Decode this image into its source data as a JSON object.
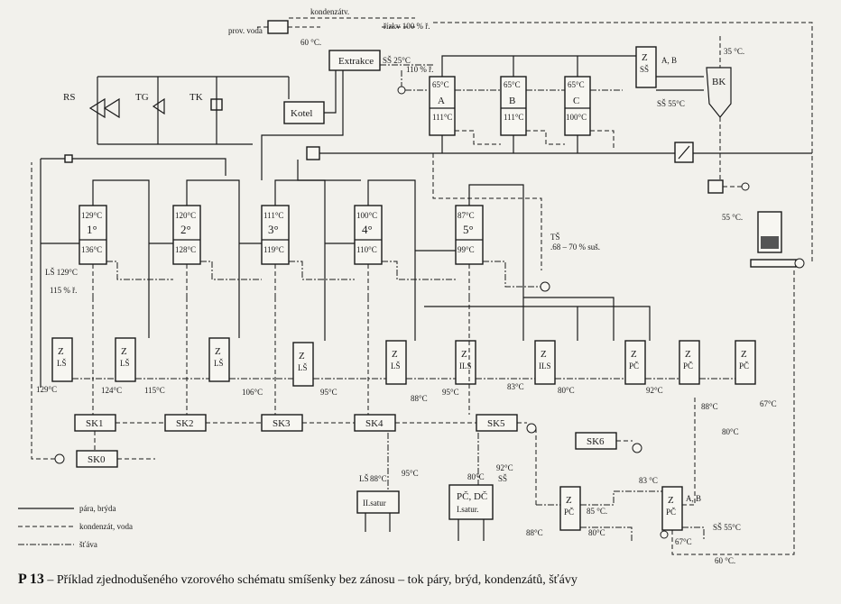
{
  "caption": {
    "id": "P 13",
    "text": " – Příklad zjednodušeného vzorového schématu smíšenky bez zánosu – tok páry, brýd, kondenzátů, šťávy"
  },
  "legend": [
    "pára, brýda",
    "kondenzát, voda",
    "šťáva"
  ],
  "units": {
    "extrakce": "Extrakce",
    "kotel": "Kotel",
    "bk": "BK",
    "rs": "RS",
    "tg": "TG",
    "tk": "TK",
    "ev1": {
      "top": "129°C",
      "mid": "1°",
      "bot": "136°C"
    },
    "ev2": {
      "top": "120°C",
      "mid": "2°",
      "bot": "128°C"
    },
    "ev3": {
      "top": "111°C",
      "mid": "3°",
      "bot": "119°C"
    },
    "ev4": {
      "top": "100°C",
      "mid": "4°",
      "bot": "110°C"
    },
    "ev5": {
      "top": "87°C",
      "mid": "5°",
      "bot": "99°C"
    },
    "pa": {
      "top": "65°C",
      "mid": "A",
      "bot": "111°C"
    },
    "pb": {
      "top": "65°C",
      "mid": "B",
      "bot": "111°C"
    },
    "pc": {
      "top": "65°C",
      "mid": "C",
      "bot": "100°C"
    },
    "sk": [
      "SK1",
      "SK2",
      "SK3",
      "SK4",
      "SK5",
      "SK6",
      "SK0"
    ],
    "saturII": "II.satur",
    "saturI_1": "PČ, DČ",
    "saturI_2": "I.satur."
  },
  "heaters": [
    {
      "z": "Z",
      "sub": "LŠ"
    },
    {
      "z": "Z",
      "sub": "LŠ"
    },
    {
      "z": "Z",
      "sub": "LŠ"
    },
    {
      "z": "Z",
      "sub": "LŠ"
    },
    {
      "z": "Z",
      "sub": "LŠ"
    },
    {
      "z": "Z",
      "sub": "ILS"
    },
    {
      "z": "Z",
      "sub": "ILS"
    },
    {
      "z": "Z",
      "sub": "PČ"
    },
    {
      "z": "Z",
      "sub": "PČ"
    },
    {
      "z": "Z",
      "sub": "PČ"
    },
    {
      "z": "Z",
      "sub": "SŠ"
    },
    {
      "z": "Z",
      "sub": "PČ"
    },
    {
      "z": "Z",
      "sub": "PČ"
    }
  ],
  "labels": {
    "prov_voda": "prov. voda",
    "kondenzatv": "kondenzátv.",
    "rizkv": "řízkv 100 % ř.",
    "t60": "60 °C.",
    "ss25": "SŠ 25°C",
    "pct110": "110 % ř.",
    "ab": "A, B",
    "t35": "35 °C.",
    "ss55": "SŠ 55°C",
    "t55": "55 °C.",
    "ts": "TŠ",
    "ts2": ".68 – 70 % suš.",
    "ls129": "LŠ 129°C",
    "pct115": "115 % ř.",
    "h129": "129°C",
    "h124": "124°C",
    "h115": "115°C",
    "h106": "106°C",
    "h95": "95°C",
    "h88": "88°C",
    "h95b": "95°C",
    "h83": "83°C",
    "h80": "80°C",
    "h92": "92°C",
    "h88b": "88°C",
    "h67": "67°C",
    "h80b": "80°C",
    "ls": "LŠ",
    "h88c": "88°C",
    "h95c": "95°C",
    "h80c": "80°C",
    "h92b": "92°C",
    "ss": "SŠ",
    "h85": "85 °C.",
    "h80d": "80°C",
    "h83b": "83 °C",
    "ab2": "A, B",
    "ss55b": "SŠ 55°C",
    "h88d": "88°C",
    "h67b": "67°C",
    "h60b": "60 °C."
  }
}
